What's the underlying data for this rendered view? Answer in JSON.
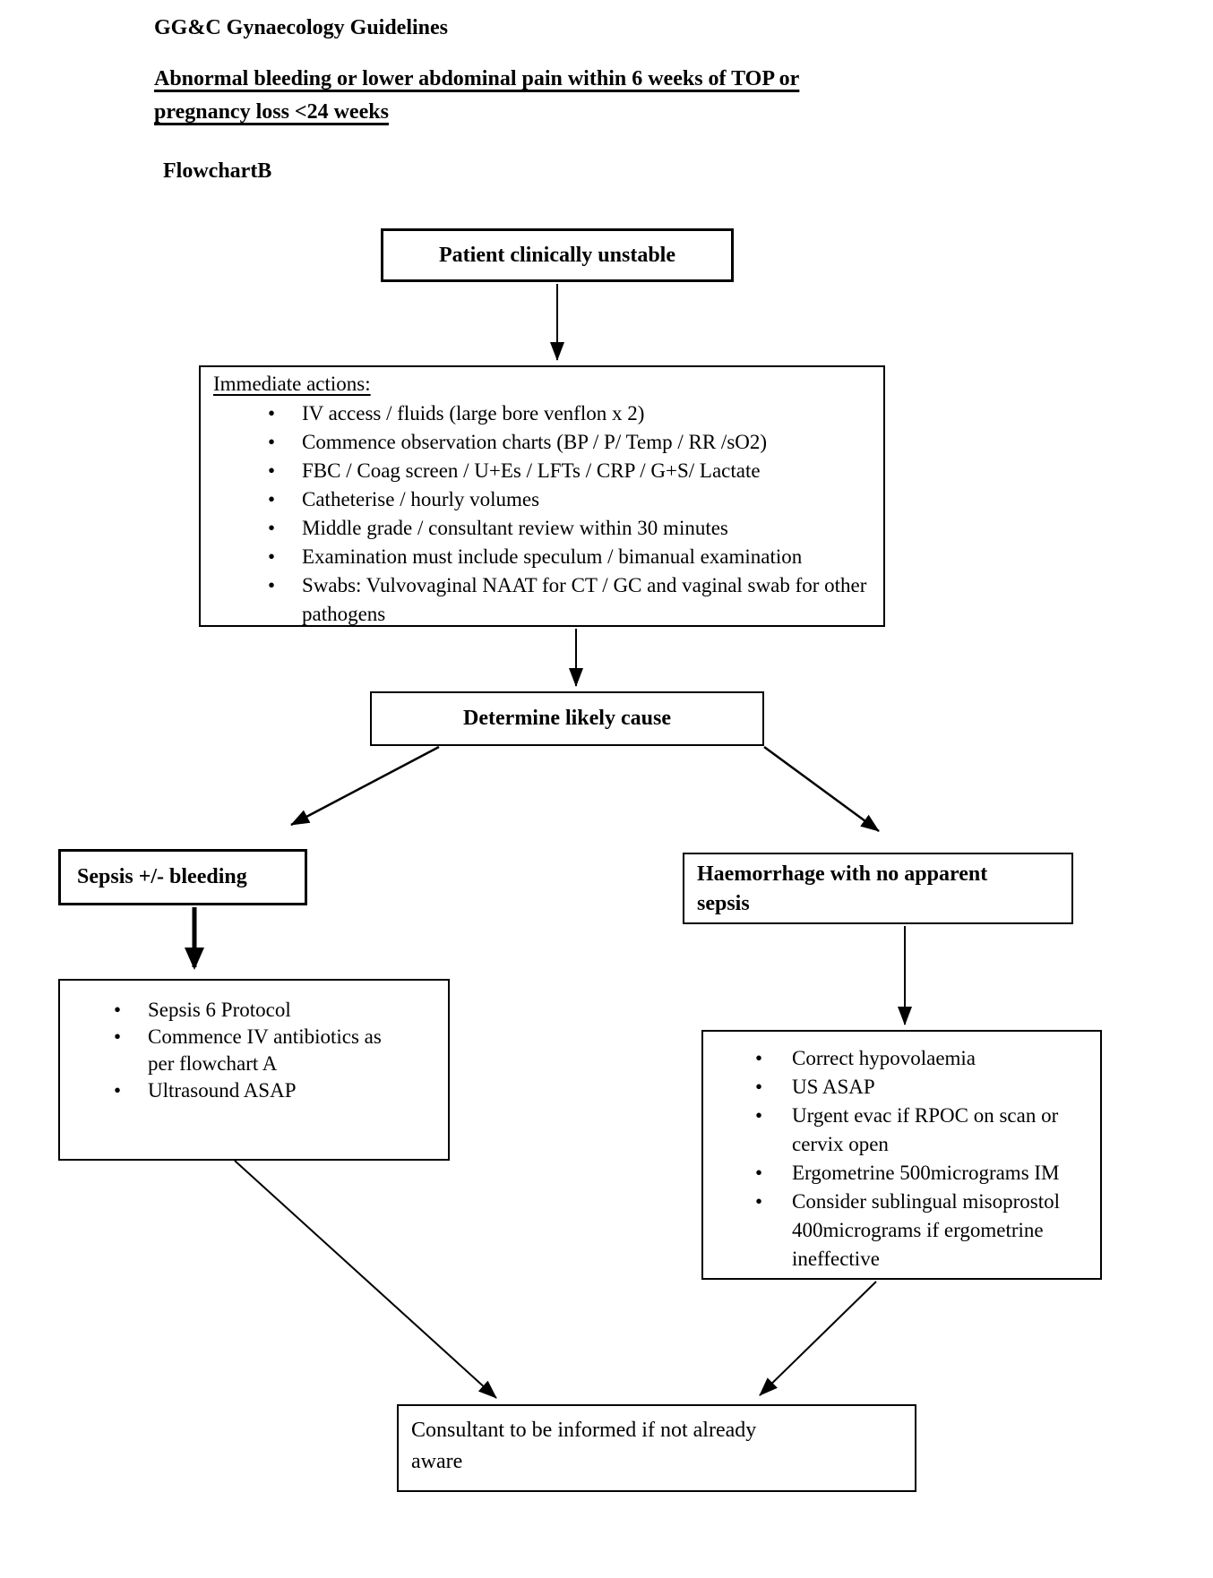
{
  "page": {
    "title": "GG&C Gynaecology Guidelines",
    "heading_lines": [
      "Abnormal bleeding or lower abdominal pain within 6 weeks of TOP or",
      "pregnancy loss <24 weeks"
    ],
    "flowchart_label": "FlowchartB"
  },
  "ui": {
    "bullet_glyph": "•"
  },
  "flowchart": {
    "start_box": {
      "label": "Patient clinically unstable"
    },
    "immediate_actions": {
      "title": "Immediate actions:",
      "items": [
        "IV access / fluids (large bore venflon x 2)",
        "Commence observation charts (BP / P/ Temp / RR /sO2)",
        "FBC / Coag screen / U+Es / LFTs / CRP / G+S/ Lactate",
        "Catheterise / hourly volumes",
        "Middle grade / consultant review within 30 minutes",
        "Examination must include speculum / bimanual examination",
        "Swabs: Vulvovaginal NAAT for CT / GC and vaginal swab for other pathogens"
      ]
    },
    "determine_box": {
      "label": "Determine likely cause"
    },
    "sepsis_box": {
      "label": "Sepsis +/- bleeding"
    },
    "haemorrhage_box": {
      "lines": [
        "Haemorrhage with no apparent",
        "sepsis"
      ]
    },
    "sepsis_actions": {
      "items": [
        "Sepsis 6 Protocol",
        "Commence IV antibiotics as per flowchart A",
        "Ultrasound ASAP"
      ]
    },
    "haemorrhage_actions": {
      "items": [
        "Correct hypovolaemia",
        "US ASAP",
        "Urgent evac if RPOC on scan or cervix open",
        "Ergometrine 500micrograms IM",
        "Consider sublingual misoprostol 400micrograms if ergometrine ineffective"
      ]
    },
    "consultant_box": {
      "lines": [
        "Consultant to be informed if not already",
        "aware"
      ]
    }
  },
  "colors": {
    "text": "#000000",
    "background": "#ffffff",
    "border": "#000000"
  }
}
